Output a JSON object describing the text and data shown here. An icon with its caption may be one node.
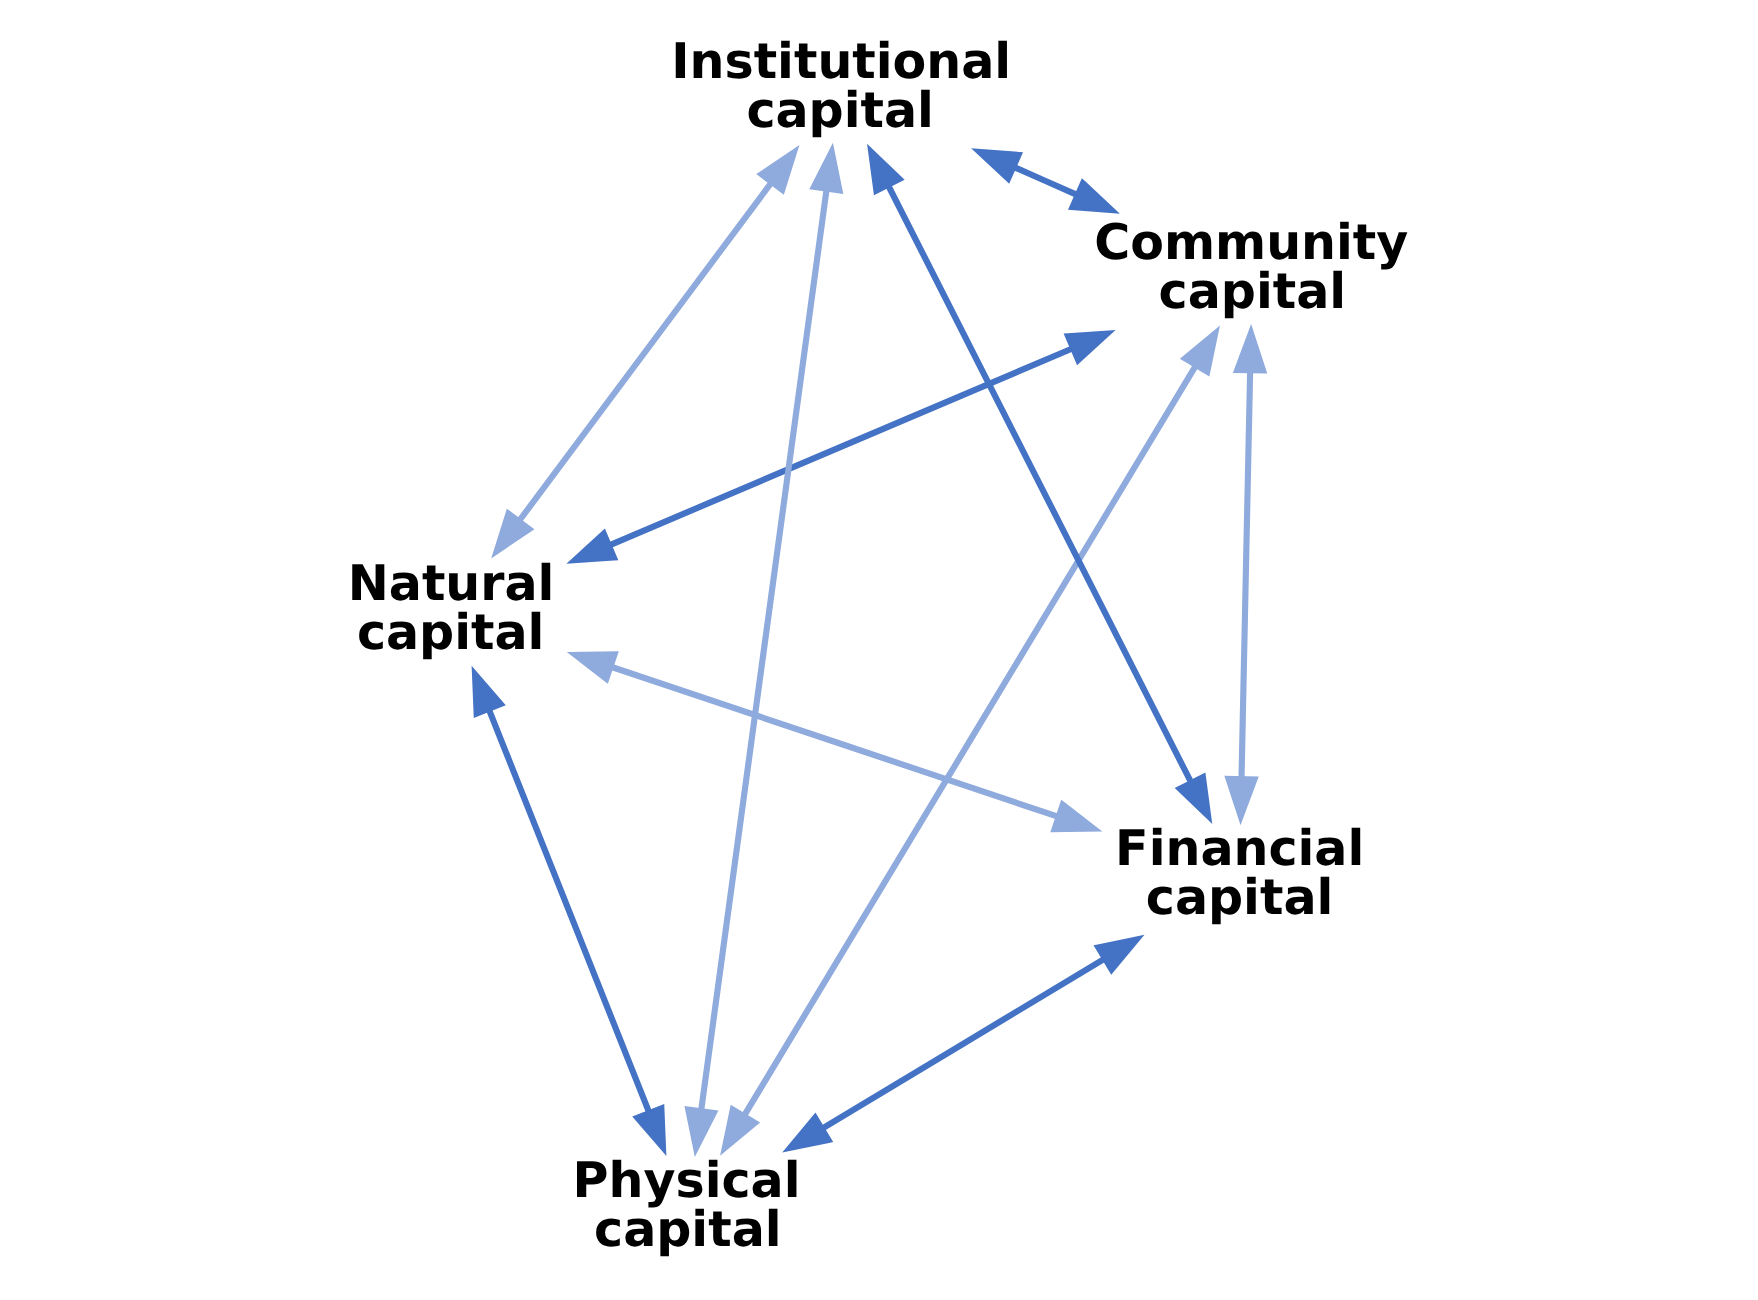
{
  "diagram": {
    "nodes": [
      {
        "text": [
          "Natural capital"
        ]
      },
      {
        "text": [
          "Community capital"
        ]
      },
      {
        "text": [
          "Physical capital"
        ]
      },
      {
        "text": [
          "Institutional capital"
        ]
      },
      {
        "text": [
          "Financial capital"
        ]
      }
    ],
    "edges": [
      {
        "from": 0,
        "to": 2,
        "arrow": "both",
        "color": "#4472c4"
      },
      {
        "from": 2,
        "to": 4,
        "arrow": "both",
        "color": "#4472c4"
      },
      {
        "from": 4,
        "to": 3,
        "arrow": "both",
        "color": "#4472c4"
      },
      {
        "from": 3,
        "to": 1,
        "arrow": "both",
        "color": "#4472c4"
      },
      {
        "from": 1,
        "to": 0,
        "arrow": "both",
        "color": "#4472c4"
      },
      {
        "from": 0,
        "to": 3,
        "arrow": "both",
        "color": "#8faadc"
      },
      {
        "from": 0,
        "to": 4,
        "arrow": "both",
        "color": "#8faadc"
      },
      {
        "from": 1,
        "to": 2,
        "arrow": "both",
        "color": "#8faadc"
      },
      {
        "from": 1,
        "to": 4,
        "arrow": "both",
        "color": "#8faadc"
      },
      {
        "from": 2,
        "to": 3,
        "arrow": "both",
        "color": "#8faadc"
      }
    ]
  }
}
